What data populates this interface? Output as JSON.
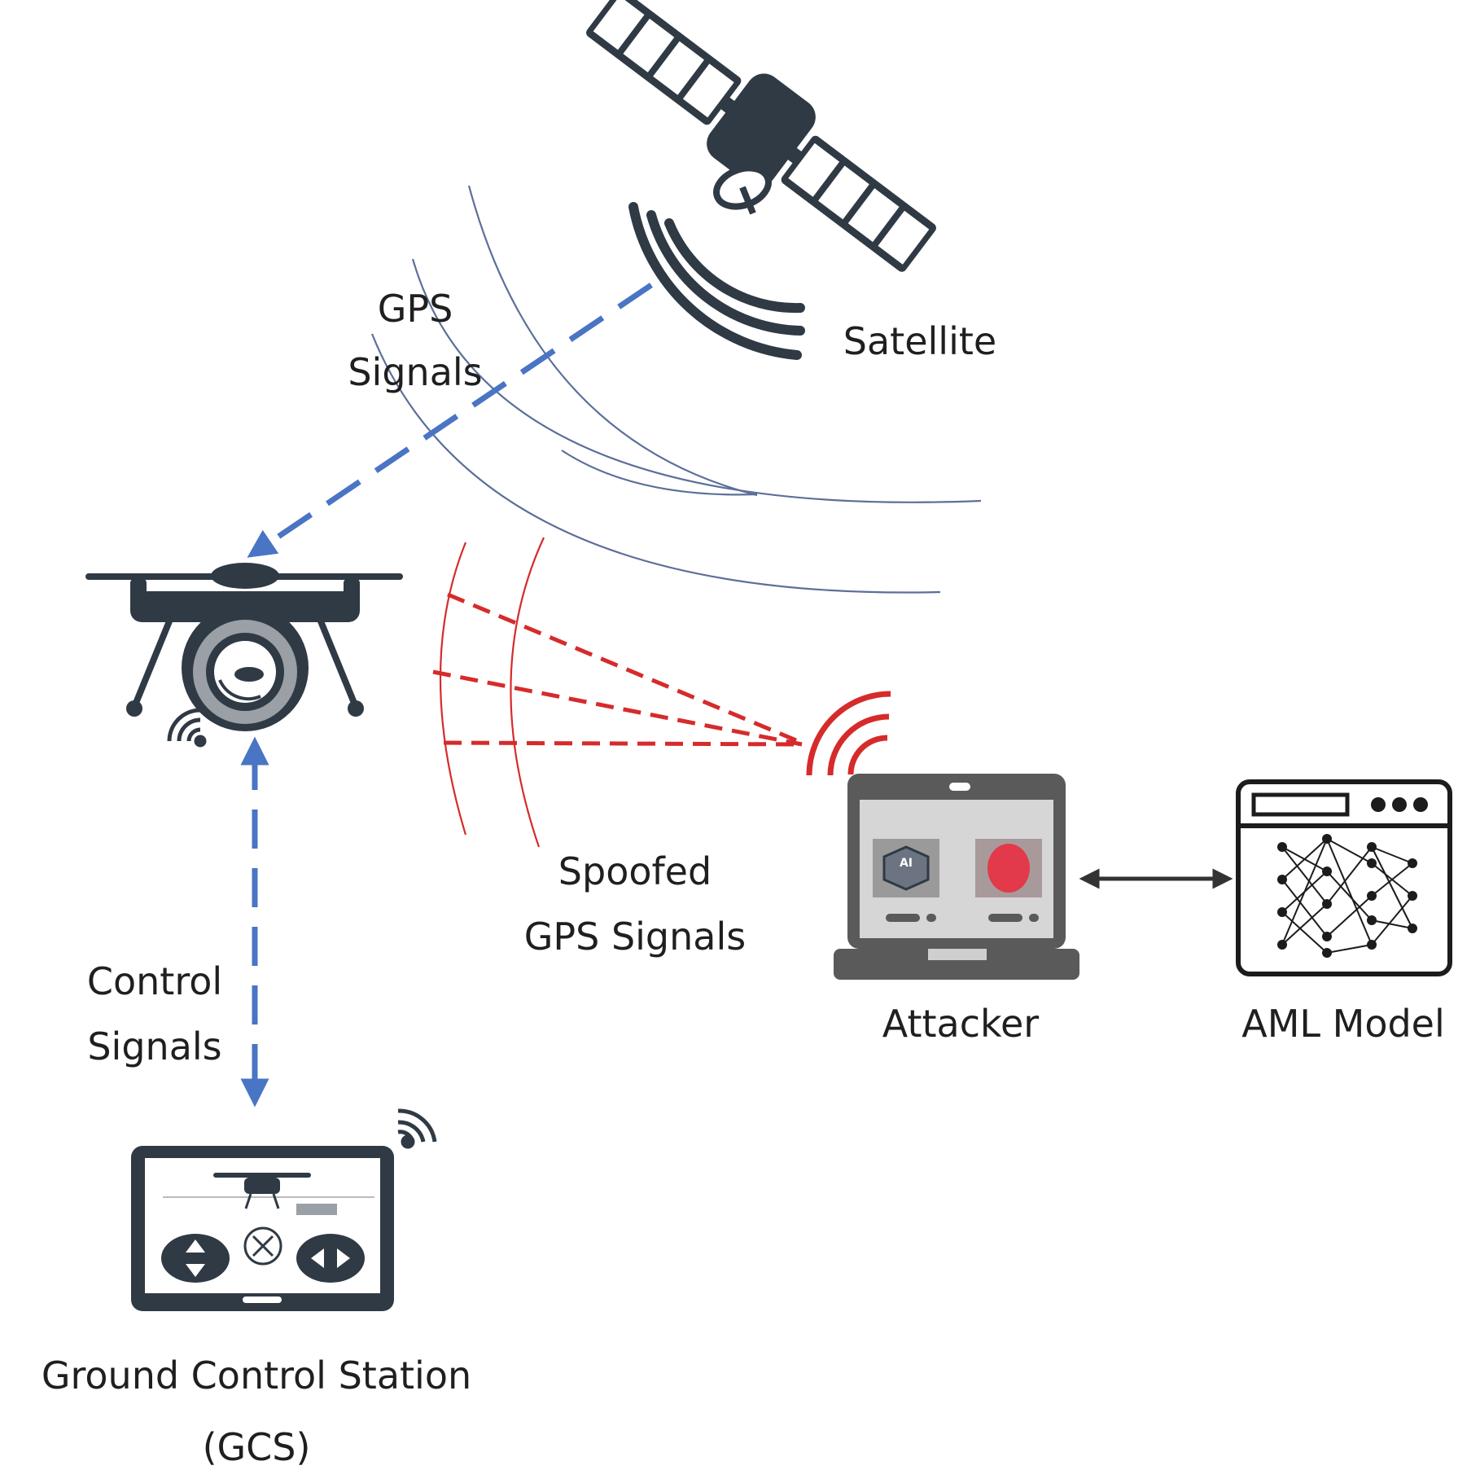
{
  "labels": {
    "satellite": "Satellite",
    "gps_signals": [
      "GPS",
      "Signals"
    ],
    "spoofed_gps": [
      "Spoofed",
      "GPS Signals"
    ],
    "attacker": "Attacker",
    "aml_model": "AML Model",
    "control_signals": [
      "Control",
      "Signals"
    ],
    "gcs": [
      "Ground Control Station",
      "(GCS)"
    ],
    "ai_chip": "AI"
  },
  "colors": {
    "icon": "#2f3a45",
    "gps_arrow": "#4a74c4",
    "spoof": "#d62b2b",
    "wave_blue": "#5c6f99",
    "laptop": "#5a5a5a"
  },
  "icons": [
    "satellite-icon",
    "drone-icon",
    "laptop-icon",
    "neural-network-icon",
    "tablet-icon",
    "wifi-icon"
  ]
}
